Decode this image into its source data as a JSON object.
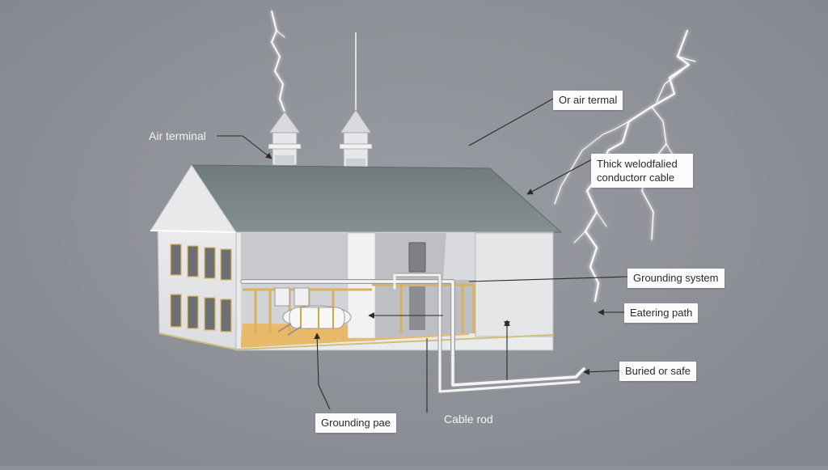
{
  "labels": {
    "air_terminal_left": "Air terminal",
    "air_terminal_right": "Or air termal",
    "conductor_cable": "Thick welodfalied conductorr cable",
    "grounding_system": "Grounding system",
    "eatering_path": "Eatering path",
    "buried_or_safe": "Buried or safe",
    "cable_rod": "Cable rod",
    "grounding_pae": "Grounding pae"
  },
  "colors": {
    "background": "#8e9097",
    "roof": "#7a8384",
    "wall": "#ececee",
    "floor": "#e8b968",
    "beam": "#d9b25c",
    "conductor": "#f4f4f4",
    "lightning": "#ffffff",
    "leader": "#2a2a2a"
  },
  "icons": [
    "lightning-bolt-icon",
    "lightning-rod-icon"
  ]
}
